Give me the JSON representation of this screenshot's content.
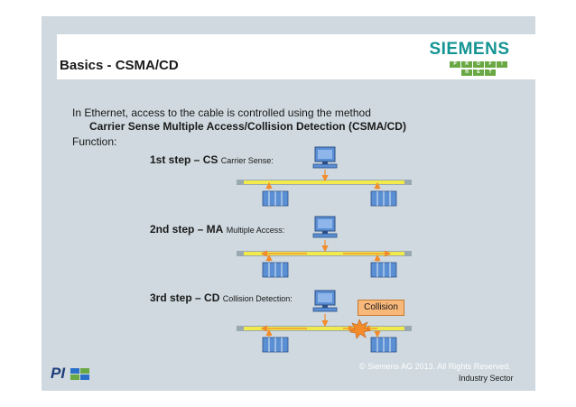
{
  "title": "Basics - CSMA/CD",
  "intro_text": "In Ethernet, access to the cable is controlled using the method",
  "method_text": "Carrier Sense Multiple Access/Collision Detection (CSMA/CD)",
  "function_label": "Function:",
  "steps": [
    {
      "prefix": "1st step – CS",
      "suffix": "Carrier Sense:"
    },
    {
      "prefix": "2nd step – MA",
      "suffix": "Multiple Access:"
    },
    {
      "prefix": "3rd step – CD",
      "suffix": "Collision Detection:"
    }
  ],
  "collision_label": "Collision",
  "copyright": "© Siemens AG 2013. All Rights Reserved.",
  "sector": "Industry Sector",
  "logo": {
    "brand": "SIEMENS",
    "tiles_top": [
      "P",
      "R",
      "O",
      "F",
      "I"
    ],
    "tiles_bottom": [
      "N",
      "E",
      "T"
    ],
    "mark": "PI"
  },
  "colors": {
    "slide_bg": "#cfd9df",
    "cable": "#f2ea4a",
    "arrow": "#f28c2a",
    "device": "#5b8fd4",
    "siemens": "#159494",
    "collision_box": "#f8b87a"
  },
  "icons": [
    "computer-icon",
    "plc-device-icon",
    "collision-burst-icon"
  ]
}
